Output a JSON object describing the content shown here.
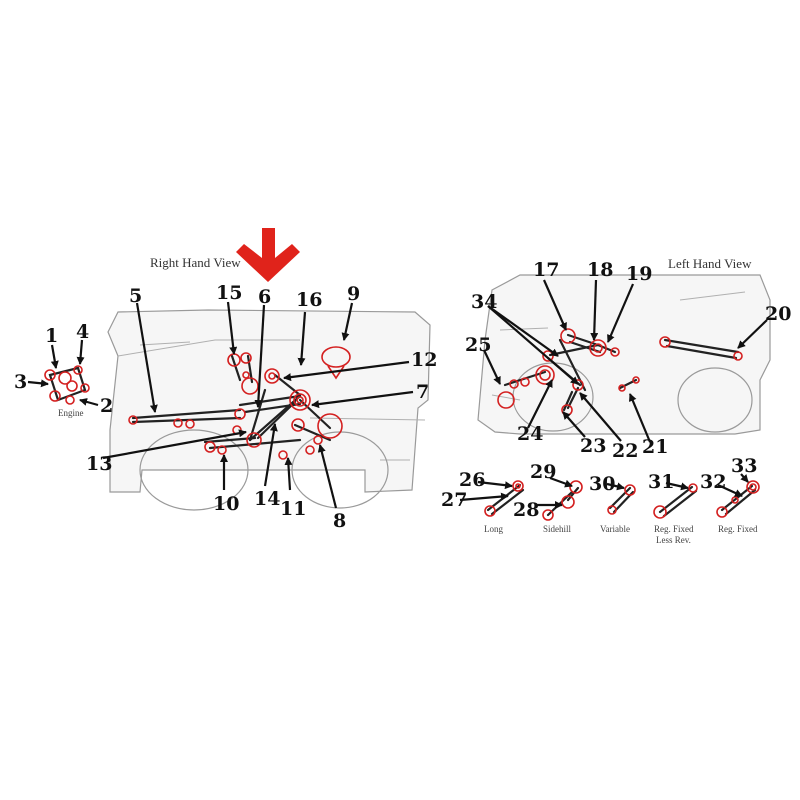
{
  "titles": {
    "right_view": "Right Hand View",
    "left_view": "Left Hand View"
  },
  "captions": {
    "engine": "Engine",
    "long": "Long",
    "sidehill": "Sidehill",
    "variable": "Variable",
    "reg_fixed_less_rev_1": "Reg. Fixed",
    "reg_fixed_less_rev_2": "Less Rev.",
    "reg_fixed": "Reg. Fixed"
  },
  "callouts": [
    "1",
    "2",
    "3",
    "4",
    "5",
    "6",
    "7",
    "8",
    "9",
    "10",
    "11",
    "12",
    "13",
    "14",
    "15",
    "16",
    "17",
    "18",
    "19",
    "20",
    "21",
    "22",
    "23",
    "24",
    "25",
    "26",
    "27",
    "28",
    "29",
    "30",
    "31",
    "32",
    "33",
    "34"
  ],
  "colors": {
    "pulley": "#d42020",
    "arrow": "#e0231b",
    "outline": "#9a9a9a"
  },
  "icons": {
    "indicator": "down-arrow-icon"
  }
}
